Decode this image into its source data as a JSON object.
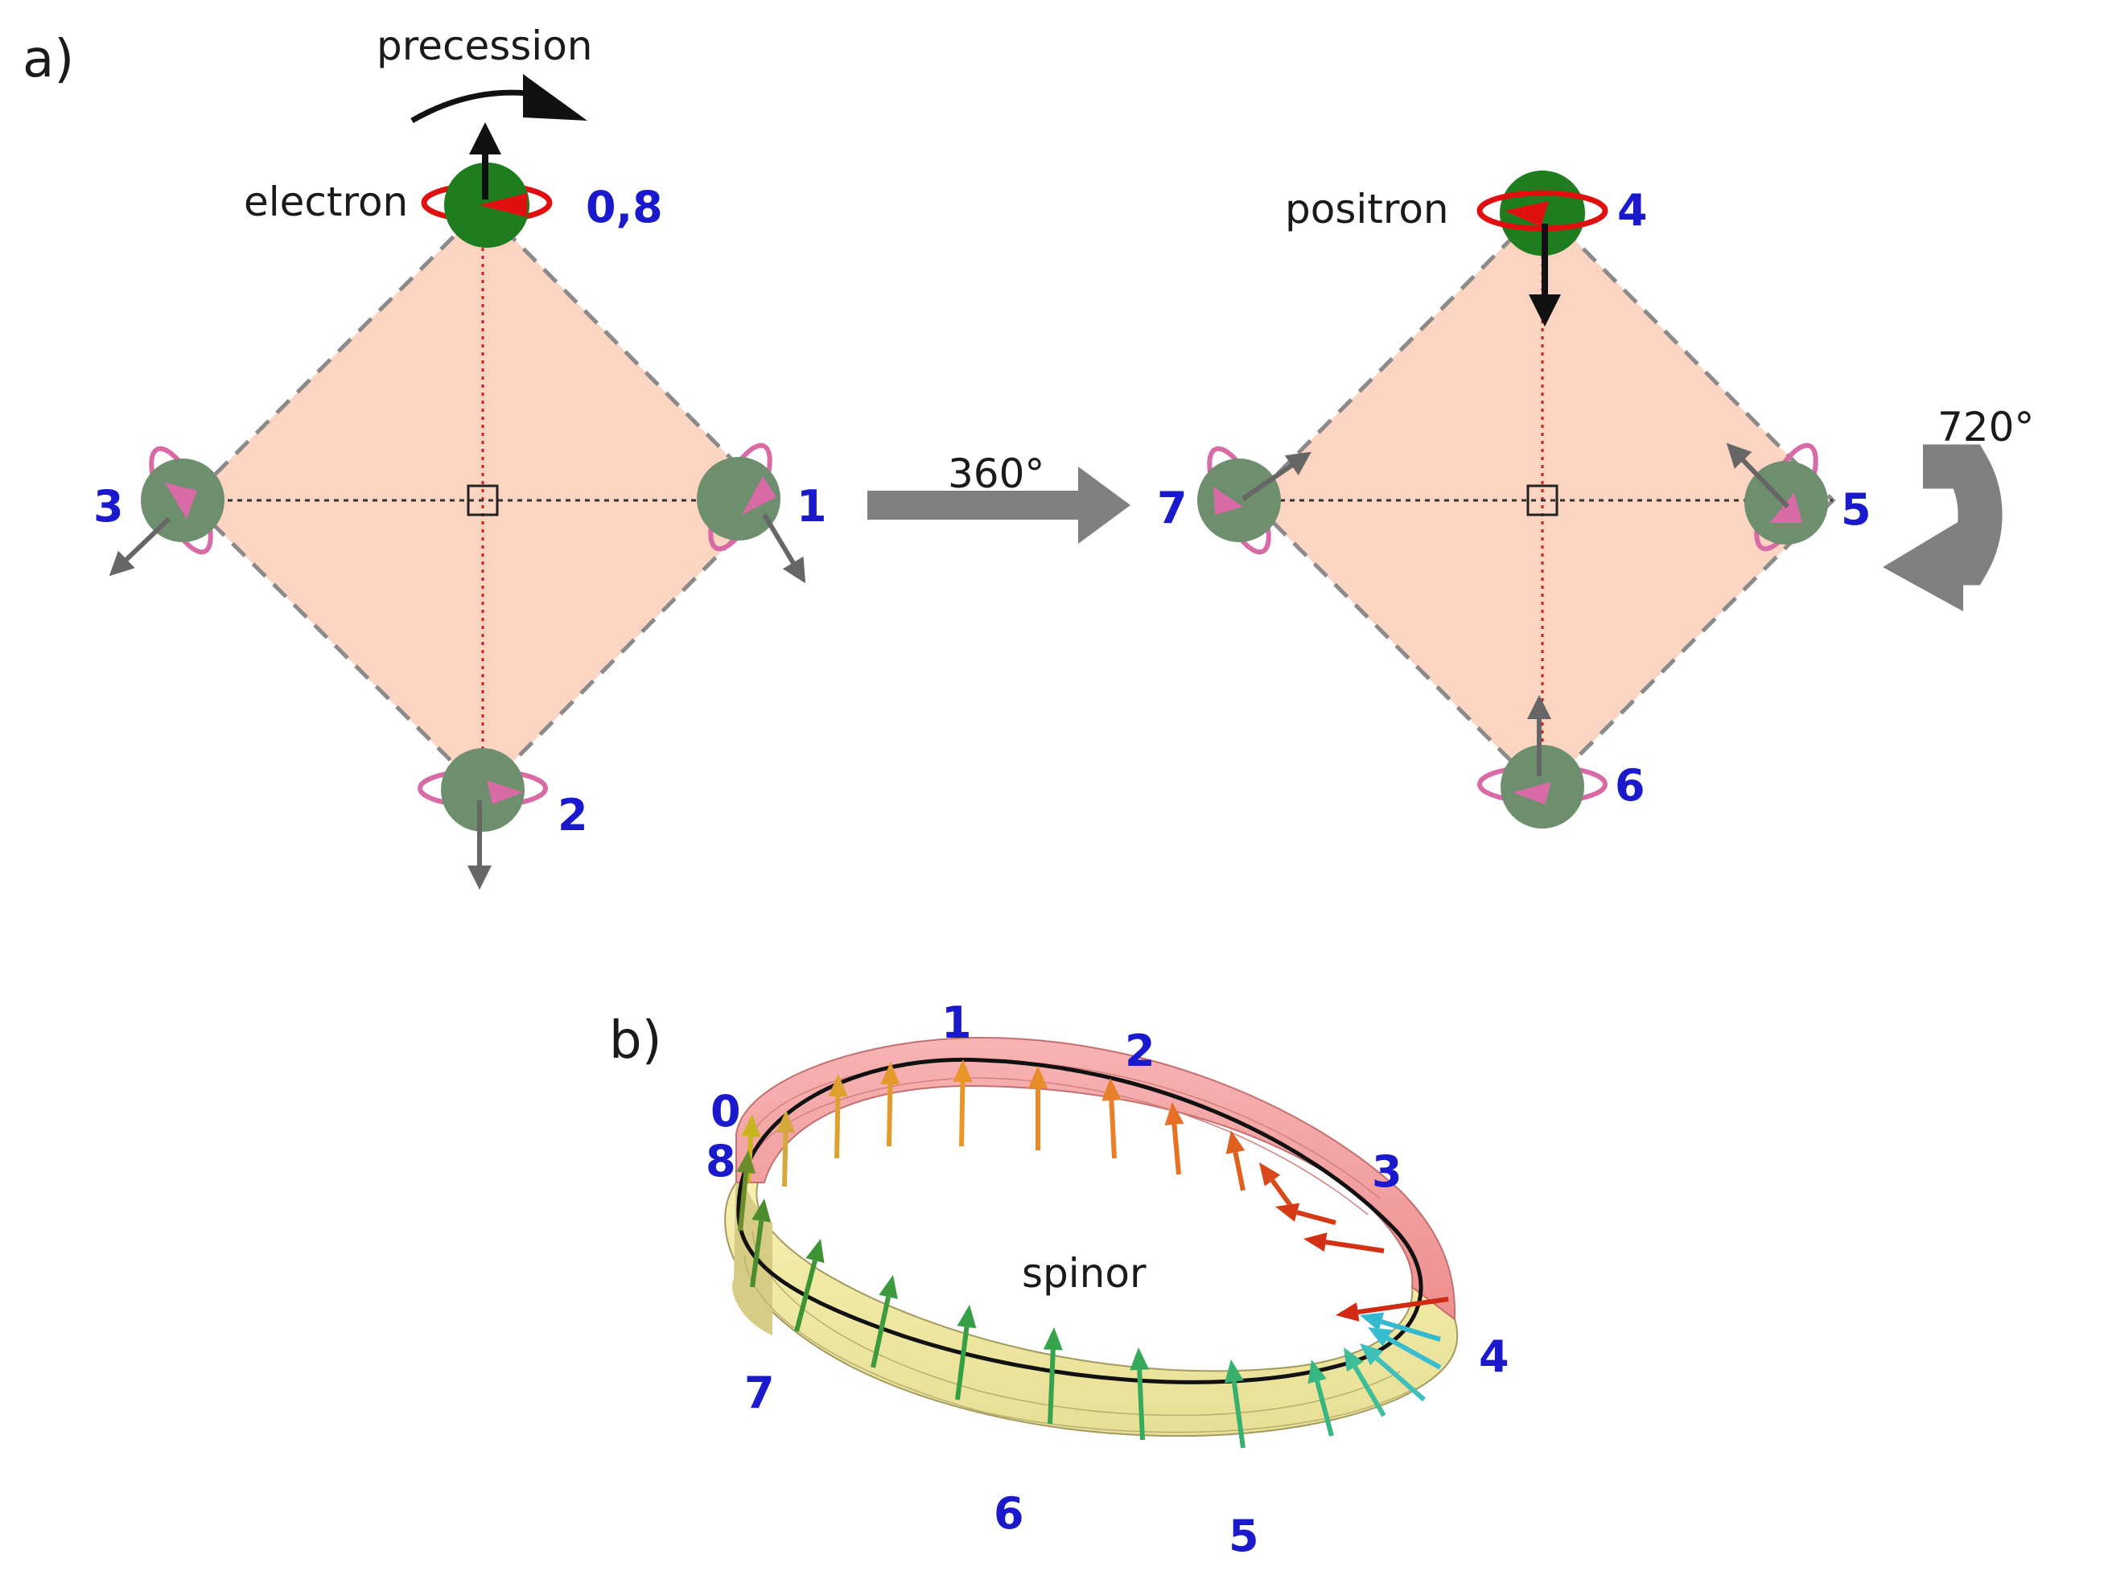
{
  "panel_a": {
    "label": "a)",
    "precession_label": "precession",
    "electron_label": "electron",
    "positron_label": "positron",
    "rotation_360": "360°",
    "rotation_720": "720°",
    "electron_positions": [
      "0,8",
      "1",
      "2",
      "3"
    ],
    "positron_positions": [
      "4",
      "5",
      "6",
      "7"
    ]
  },
  "panel_b": {
    "label": "b)",
    "spinor_label": "spinor",
    "positions": [
      "0",
      "8",
      "1",
      "2",
      "3",
      "4",
      "5",
      "6",
      "7"
    ]
  },
  "colors": {
    "square_fill": "#fbd5c2",
    "sphere_dark": "#1e7d1e",
    "sphere_muted": "#6e8f6e",
    "orbit_red": "#e01010",
    "orbit_pink": "#d86aa6",
    "number_blue": "#1a1acc",
    "band_top": "#f5a7a7",
    "band_bottom": "#f1eba0"
  }
}
